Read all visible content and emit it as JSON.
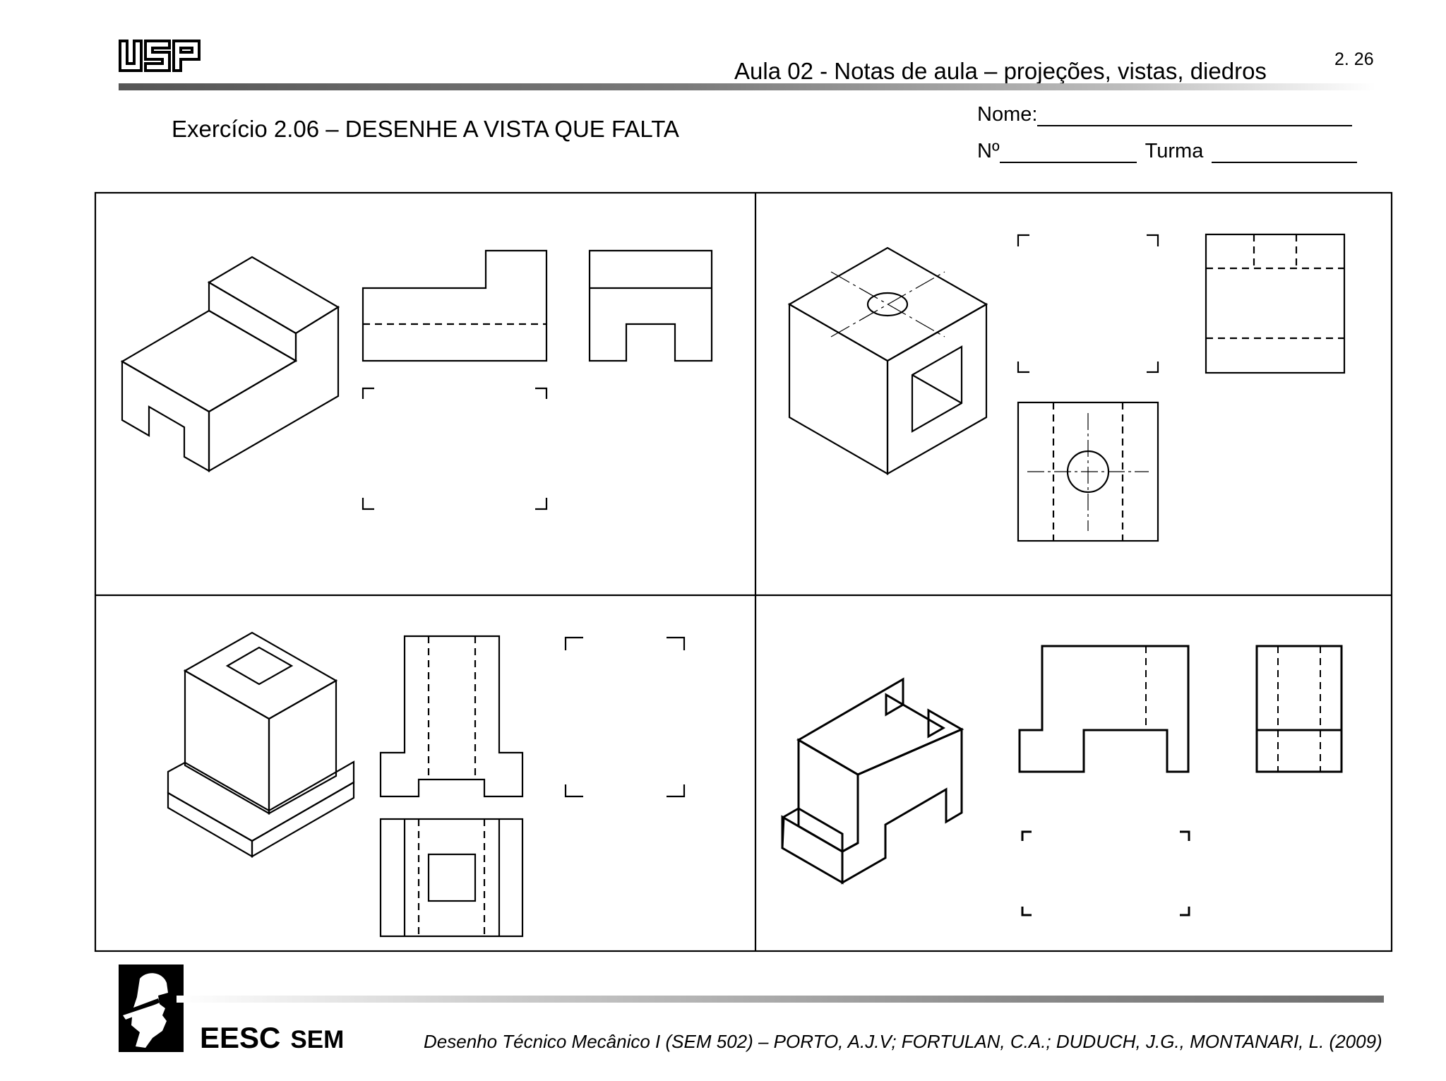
{
  "header": {
    "logo_text": "USP",
    "title": "Aula 02 - Notas de aula – projeções, vistas, diedros",
    "page_number": "2. 26"
  },
  "exercise": {
    "title": "Exercício 2.06 –  DESENHE A VISTA QUE FALTA"
  },
  "form": {
    "name_label": "Nome:",
    "number_label": "Nº",
    "class_label": "Turma"
  },
  "footer": {
    "org": "EESC",
    "dept": "SEM",
    "credit": "Desenho Técnico Mecânico I (SEM 502) – PORTO, A.J.V; FORTULAN, C.A.; DUDUCH, J.G., MONTANARI, L. (2009)"
  }
}
